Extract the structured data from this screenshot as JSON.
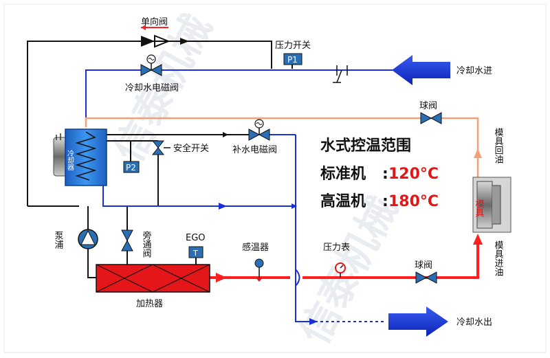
{
  "diagram": {
    "title": "水式控温范围",
    "standard_machine": {
      "label": "标准机",
      "temp": "120°C"
    },
    "high_temp_machine": {
      "label": "高温机",
      "temp": "180°C"
    },
    "watermark": "信泰机械",
    "components": {
      "one_way_valve": "单向阀",
      "pressure_switch": "压力开关",
      "p1": "P1",
      "p2": "P2",
      "cooling_water_in": "冷却水进",
      "cooling_solenoid_valve": "冷却水电磁阀",
      "ball_valve_top": "球阀",
      "ball_valve_bottom": "球阀",
      "cooler": "冷却器",
      "safety_switch": "安全开关",
      "makeup_solenoid_valve": "补水电磁阀",
      "mold_return": "模具回油",
      "mold": "模具",
      "mold_inlet": "模具进油",
      "pump": "泵浦",
      "bypass_valve": "旁通阀",
      "ego": "EGO",
      "ego_symbol": "T",
      "temp_sensor": "感温器",
      "pressure_gauge": "压力表",
      "heater": "加热器",
      "cooling_water_out": "冷却水出"
    },
    "colors": {
      "hot_line": "#ff1f1f",
      "return_line": "#f2a078",
      "cool_line": "#1b2fd6",
      "black_line": "#111111",
      "valve_blue": "#2a6fb3",
      "heater_red": "#e4161a",
      "cooler_blue": "#2f7fe0",
      "arrow_blue": "#1232d8",
      "mold_gray": "#8d8d8d"
    }
  }
}
